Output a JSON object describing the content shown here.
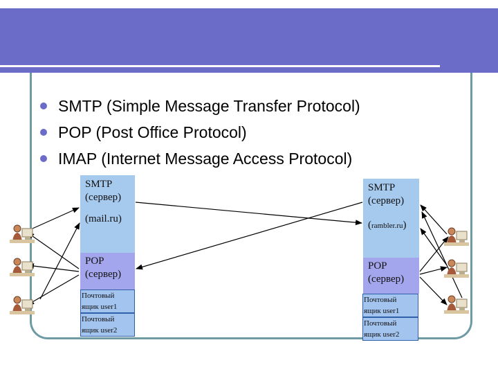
{
  "bullets": [
    "SMTP (Simple Message Transfer Protocol)",
    "POP (Post Office Protocol)",
    "IMAP (Internet Message Access Protocol)"
  ],
  "left_server": {
    "smtp_line1": "SMTP",
    "smtp_line2": "(сервер)",
    "host": "(mail.ru)",
    "pop_line1": "POP",
    "pop_line2": "(сервер)",
    "mailbox1_line1": "Почтовый",
    "mailbox1_line2": "ящик user1",
    "mailbox2_line1": "Почтовый",
    "mailbox2_line2": "ящик user2"
  },
  "right_server": {
    "smtp_line1": "SMTP",
    "smtp_line2": "(сервер)",
    "host_open": "(",
    "host_name": "rambler.ru",
    "host_close": ")",
    "pop_line1": "POP",
    "pop_line2": "(сервер)",
    "mailbox1_line1": "Почтовый",
    "mailbox1_line2": "ящик user1",
    "mailbox2_line1": "Почтовый",
    "mailbox2_line2": "ящик user2"
  },
  "colors": {
    "banner": "#6a6cc8",
    "bullet": "#6a6cc8",
    "smtp_block": "#a6c9ee",
    "pop_block": "#a3a6ec",
    "frame": "#6e9aa4"
  },
  "icons": {
    "user": "person-at-computer-icon"
  }
}
